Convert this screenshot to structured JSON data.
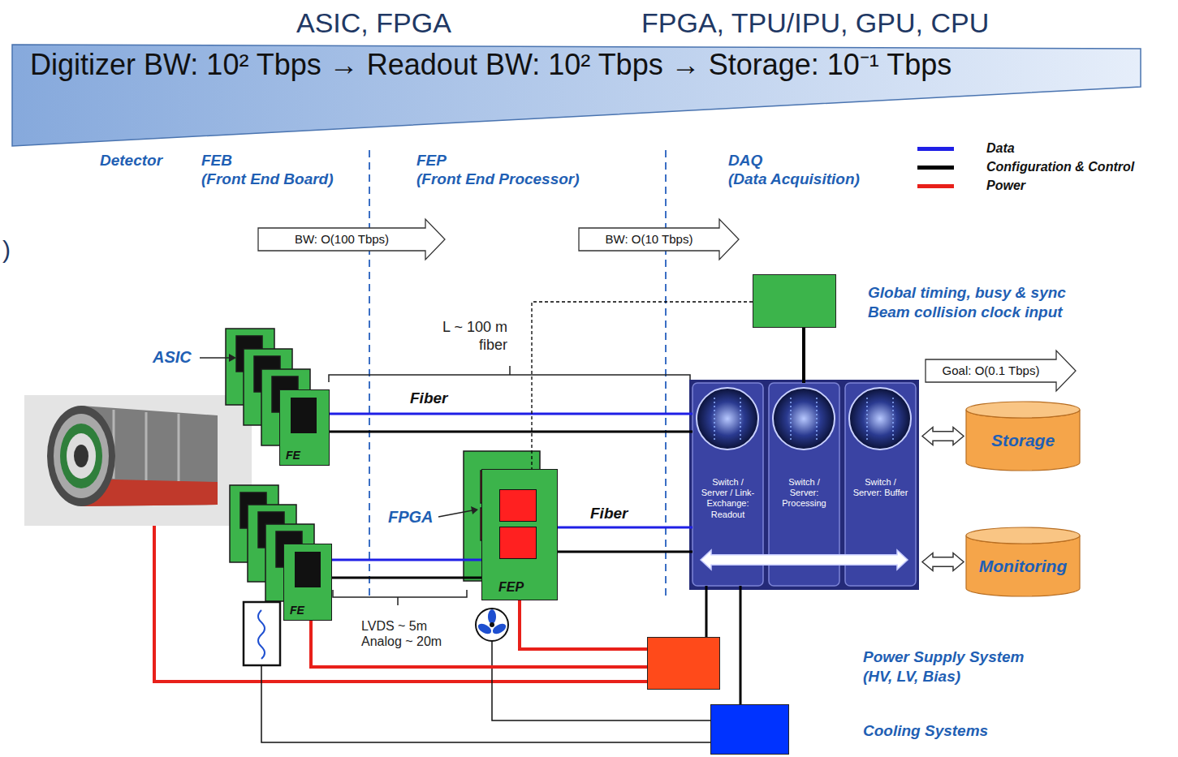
{
  "diagram": {
    "nodes": [
      {
        "text": [
          "Digitizer BW: 10² Tbps → Readout BW: 10² Tbps → Storage: 10⁻¹ Tbps"
        ]
      },
      {
        "text": [
          "BW: O(100 Tbps)"
        ]
      },
      {
        "text": [
          "BW: O(10 Tbps)"
        ]
      },
      {
        "text": [
          "Global timing, busy & sync Beam collision clock input"
        ]
      },
      {
        "text": [
          "FE"
        ]
      },
      {
        "text": [
          "FE"
        ]
      },
      {
        "text": [
          "FEP"
        ]
      },
      {
        "text": [
          "Switch / Server / Link-Exchange: Readout"
        ]
      },
      {
        "text": [
          "Switch / Server: Processing"
        ]
      },
      {
        "text": [
          "Switch / Server: Buffer"
        ]
      },
      {
        "text": [
          "Goal: O(0.1 Tbps)"
        ]
      },
      {
        "text": [
          "Storage"
        ]
      },
      {
        "text": [
          "Monitoring"
        ]
      },
      {
        "text": [
          "Power Supply System (HV, LV, Bias)"
        ]
      },
      {
        "text": [
          "Cooling Systems"
        ]
      }
    ],
    "edges": [
      {
        "from": 4,
        "to": 7,
        "arrow": "none",
        "label": "Fiber"
      },
      {
        "from": 4,
        "to": 7,
        "arrow": "none"
      },
      {
        "from": 5,
        "to": 6,
        "arrow": "none"
      },
      {
        "from": 5,
        "to": 6,
        "arrow": "none"
      },
      {
        "from": 6,
        "to": 7,
        "arrow": "none",
        "label": "Fiber"
      },
      {
        "from": 6,
        "to": 7,
        "arrow": "none"
      },
      {
        "from": 3,
        "to": 6,
        "arrow": "none"
      },
      {
        "from": 3,
        "to": 8,
        "arrow": "none"
      },
      {
        "from": 7,
        "to": 9,
        "arrow": "both"
      },
      {
        "from": 9,
        "to": 11,
        "arrow": "both"
      },
      {
        "from": 9,
        "to": 12,
        "arrow": "both"
      },
      {
        "from": 13,
        "to": 6,
        "arrow": "none"
      },
      {
        "from": 13,
        "to": 5,
        "arrow": "none"
      },
      {
        "from": 7,
        "to": 13,
        "arrow": "none"
      },
      {
        "from": 7,
        "to": 14,
        "arrow": "none"
      }
    ],
    "labels": [
      "ASIC, FPGA",
      "FPGA, TPU/IPU, GPU, CPU",
      ")",
      "Detector",
      "FEB",
      "(Front End Board)",
      "FEP",
      "(Front End Processor)",
      "DAQ",
      "(Data Acquisition)",
      "L ~ 100 m fiber",
      "ASIC",
      "FPGA",
      "LVDS ~ 5m Analog ~ 20m"
    ],
    "legend": [
      {
        "text": "Data",
        "color": "#1f1fe6"
      },
      {
        "text": "Configuration & Control",
        "color": "#000000"
      },
      {
        "text": "Power",
        "color": "#e8201a"
      }
    ]
  }
}
